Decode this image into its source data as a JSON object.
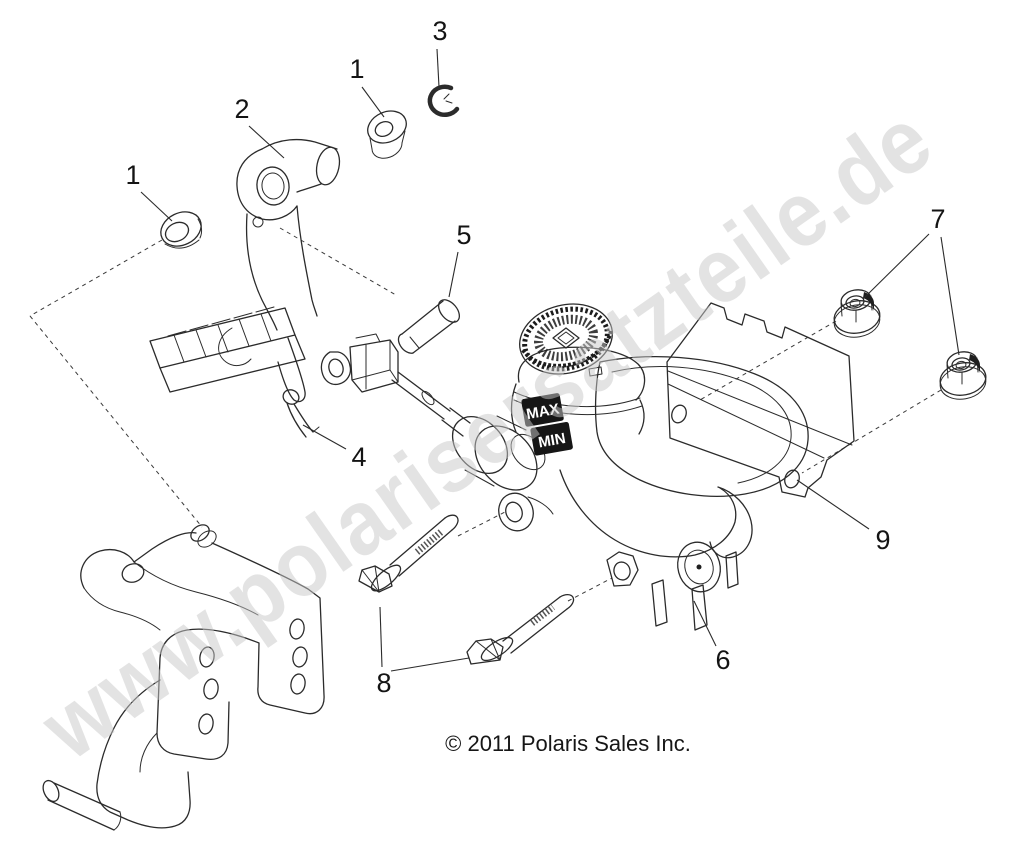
{
  "diagram": {
    "watermark_text": "www.polarisersatzteile.de",
    "copyright_text": "© 2011 Polaris Sales Inc.",
    "reservoir": {
      "max_label": "MAX",
      "min_label": "MIN"
    },
    "callouts": [
      {
        "label": "1"
      },
      {
        "label": "2"
      },
      {
        "label": "1"
      },
      {
        "label": "3"
      },
      {
        "label": "5"
      },
      {
        "label": "4"
      },
      {
        "label": "6"
      },
      {
        "label": "7"
      },
      {
        "label": "8"
      },
      {
        "label": "9"
      }
    ]
  }
}
